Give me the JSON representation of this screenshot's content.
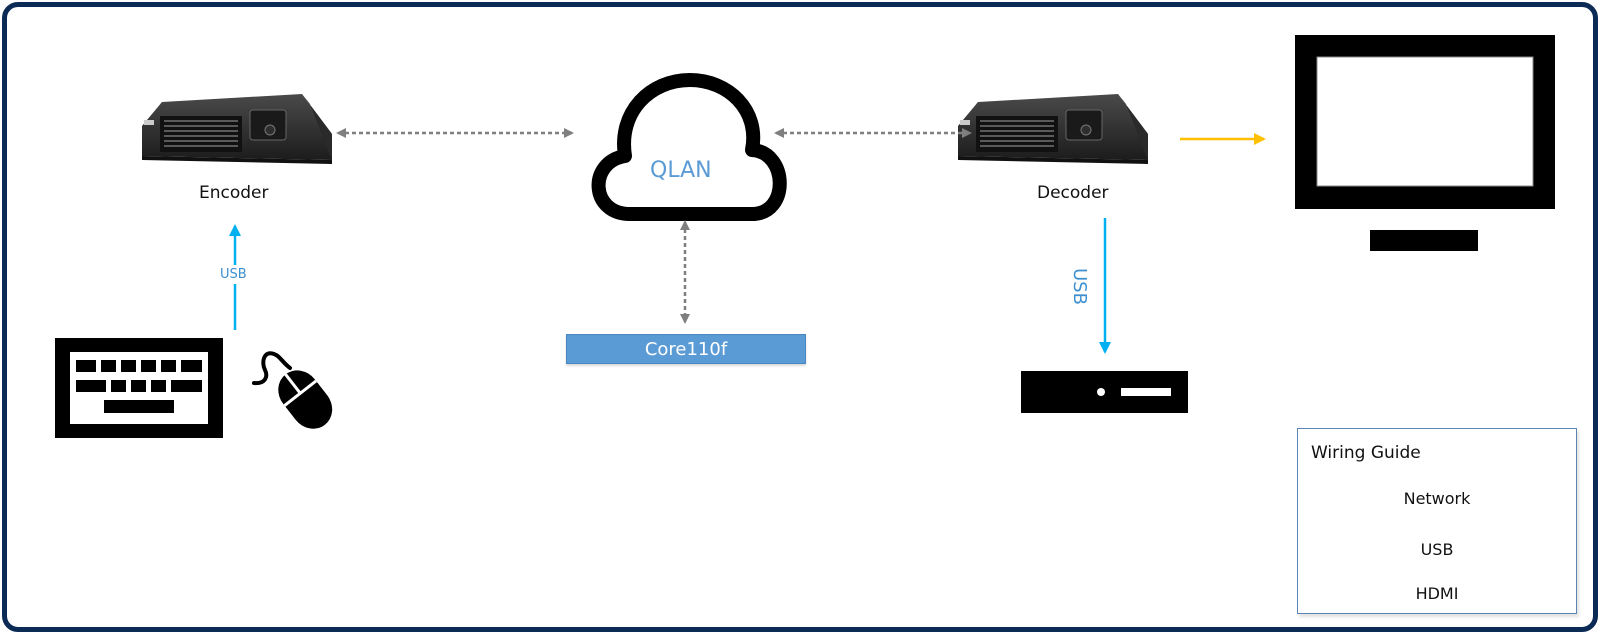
{
  "diagram": {
    "title": "QLAN Encoder/Decoder Wiring Diagram",
    "nodes": {
      "encoder": {
        "label": "Encoder"
      },
      "decoder": {
        "label": "Decoder"
      },
      "cloud": {
        "label": "QLAN"
      },
      "core": {
        "label": "Core110f"
      },
      "keyboard": {
        "label": ""
      },
      "mouse": {
        "label": ""
      },
      "monitor": {
        "label": ""
      },
      "usb_device": {
        "label": ""
      }
    },
    "connections": [
      {
        "from": "encoder",
        "to": "cloud",
        "type": "Network",
        "label": ""
      },
      {
        "from": "cloud",
        "to": "decoder",
        "type": "Network",
        "label": ""
      },
      {
        "from": "cloud",
        "to": "core",
        "type": "Network",
        "label": ""
      },
      {
        "from": "keyboard",
        "to": "encoder",
        "type": "USB",
        "label": "USB"
      },
      {
        "from": "decoder",
        "to": "usb_device",
        "type": "USB",
        "label": "USB"
      },
      {
        "from": "decoder",
        "to": "monitor",
        "type": "HDMI",
        "label": ""
      }
    ],
    "legend": {
      "title": "Wiring Guide",
      "items": [
        {
          "label": "Network",
          "style": "dashed-double-arrow",
          "color": "#7f7f7f"
        },
        {
          "label": "USB",
          "style": "solid-arrow",
          "color": "#00b0f0"
        },
        {
          "label": "HDMI",
          "style": "solid-line",
          "color": "#ffc000"
        }
      ]
    },
    "colors": {
      "frame_border": "#0b2a55",
      "network": "#7f7f7f",
      "usb": "#00b0f0",
      "hdmi": "#ffc000",
      "core_fill": "#5b9bd5",
      "label_blue": "#5b9bd5"
    }
  }
}
